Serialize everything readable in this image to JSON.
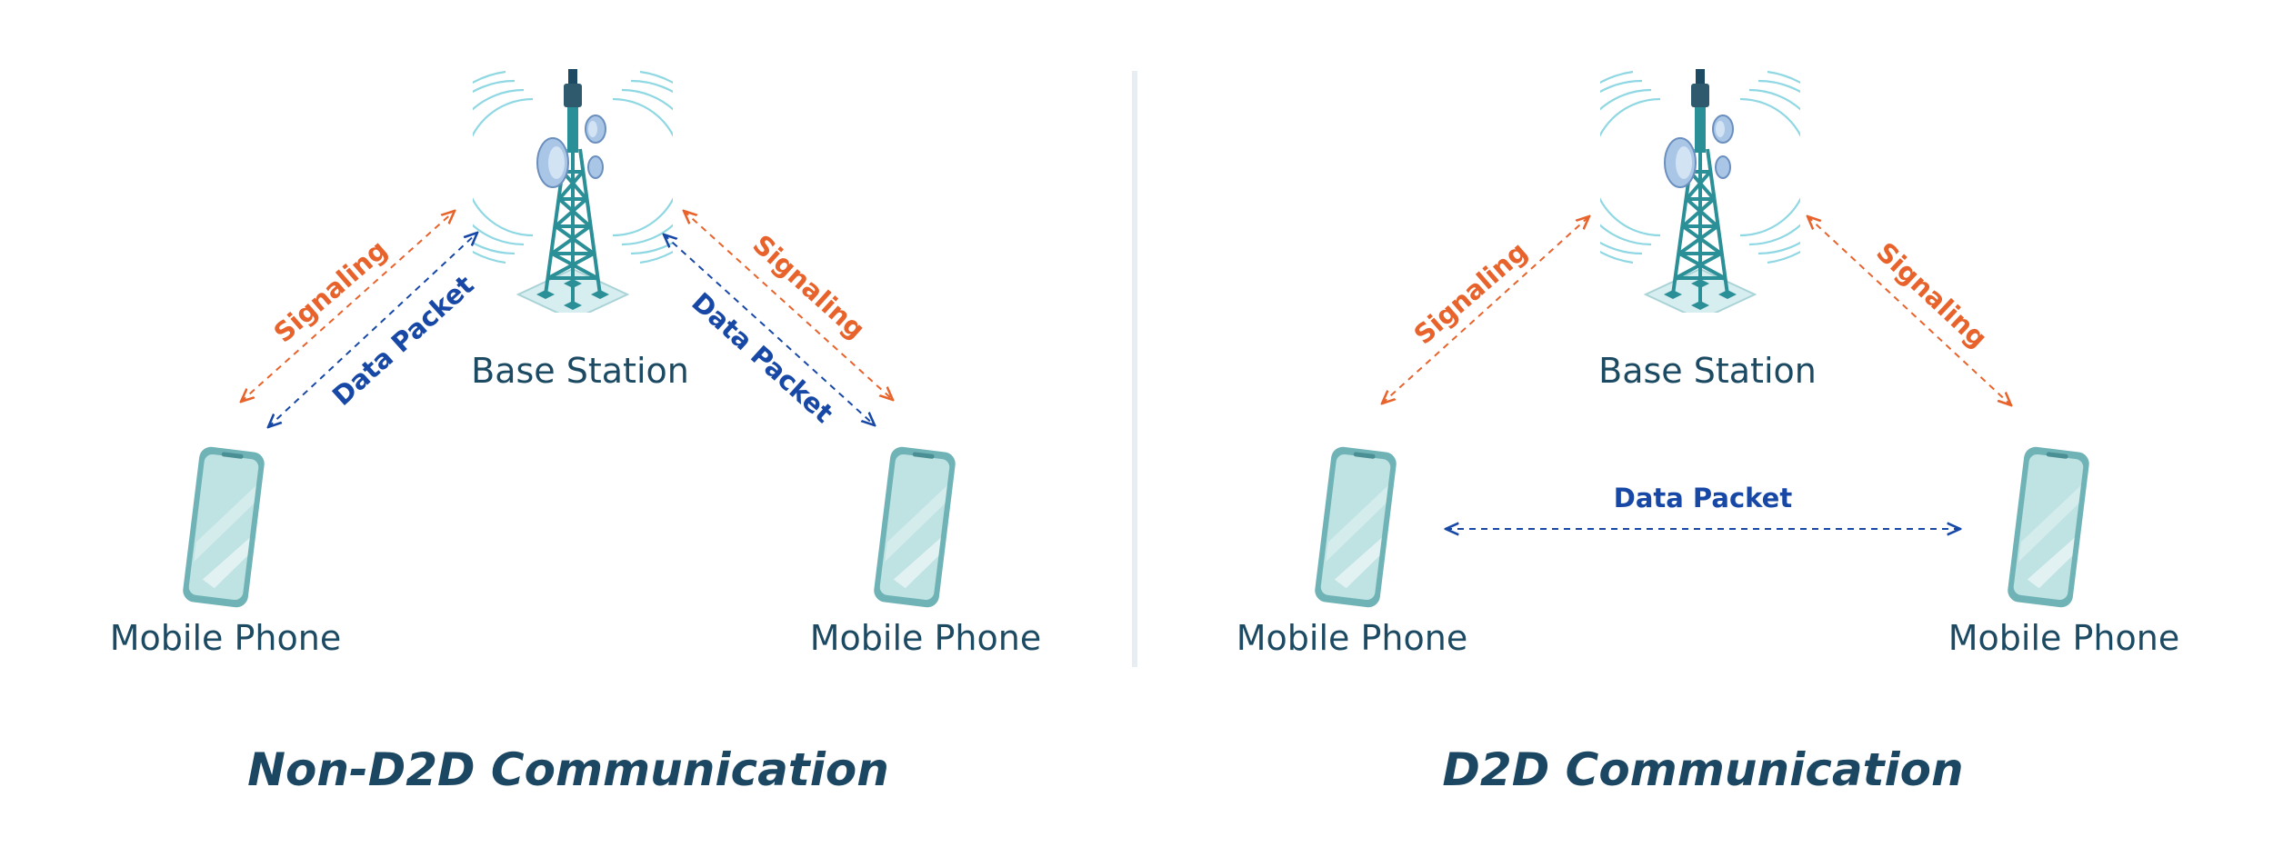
{
  "non_d2d": {
    "title": "Non-D2D Communication",
    "base_station_label": "Base Station",
    "phone_left_label": "Mobile Phone",
    "phone_right_label": "Mobile Phone",
    "signaling_left": "Signaling",
    "signaling_right": "Signaling",
    "data_packet_left": "Data Packet",
    "data_packet_right": "Data Packet"
  },
  "d2d": {
    "title": "D2D Communication",
    "base_station_label": "Base Station",
    "phone_left_label": "Mobile Phone",
    "phone_right_label": "Mobile Phone",
    "signaling_left": "Signaling",
    "signaling_right": "Signaling",
    "data_packet": "Data Packet"
  },
  "colors": {
    "signaling": "#e8632c",
    "data_packet": "#1848a6",
    "label_text": "#1d4a63",
    "tower": "#2a8f96",
    "phone": "#5aa7a9",
    "divider": "#e6edf3"
  },
  "icons": [
    "cell-tower-icon",
    "mobile-phone-icon",
    "signal-waves-icon",
    "dish-antenna-icon"
  ]
}
